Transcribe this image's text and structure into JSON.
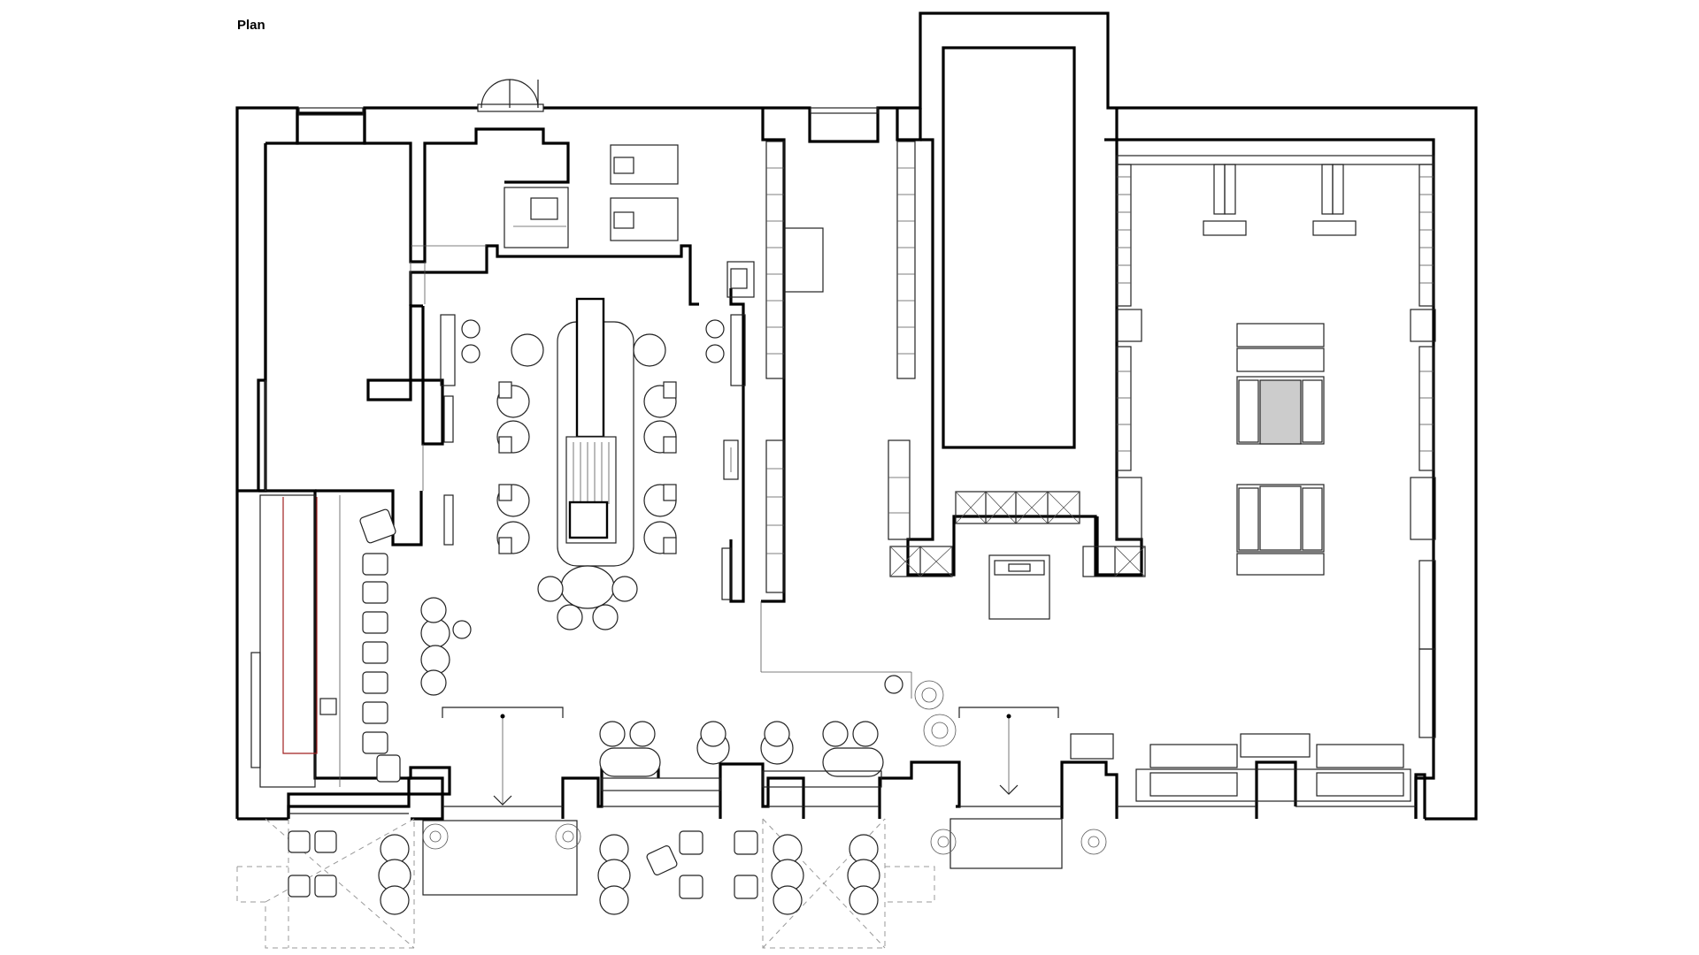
{
  "title": "Plan",
  "colors": {
    "background": "#ffffff",
    "walls": "#000000",
    "furniture": "#222222",
    "display_fill": "#cccccc",
    "bar_accent": "#a02020",
    "outdoor_outline": "#999999"
  },
  "drawing": {
    "kind": "architectural floor plan",
    "style": "black and white line drawing"
  }
}
